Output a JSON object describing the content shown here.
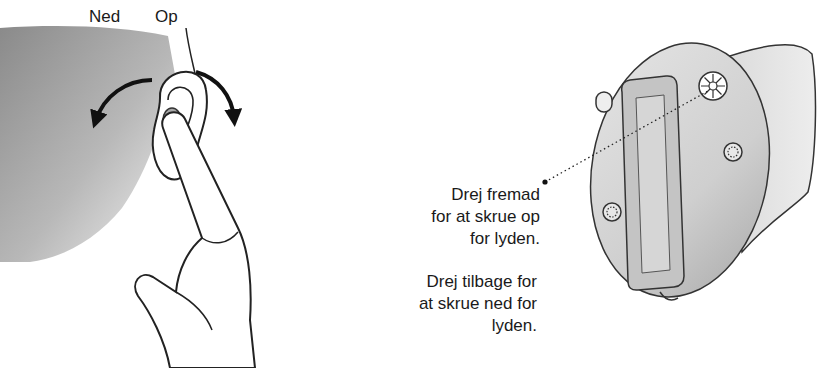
{
  "diagram": {
    "labels": [
      "Ned",
      "Op",
      "Drej fremad for at skrue op for lyden.",
      "Drej tilbage for at skrue ned for lyden."
    ]
  }
}
